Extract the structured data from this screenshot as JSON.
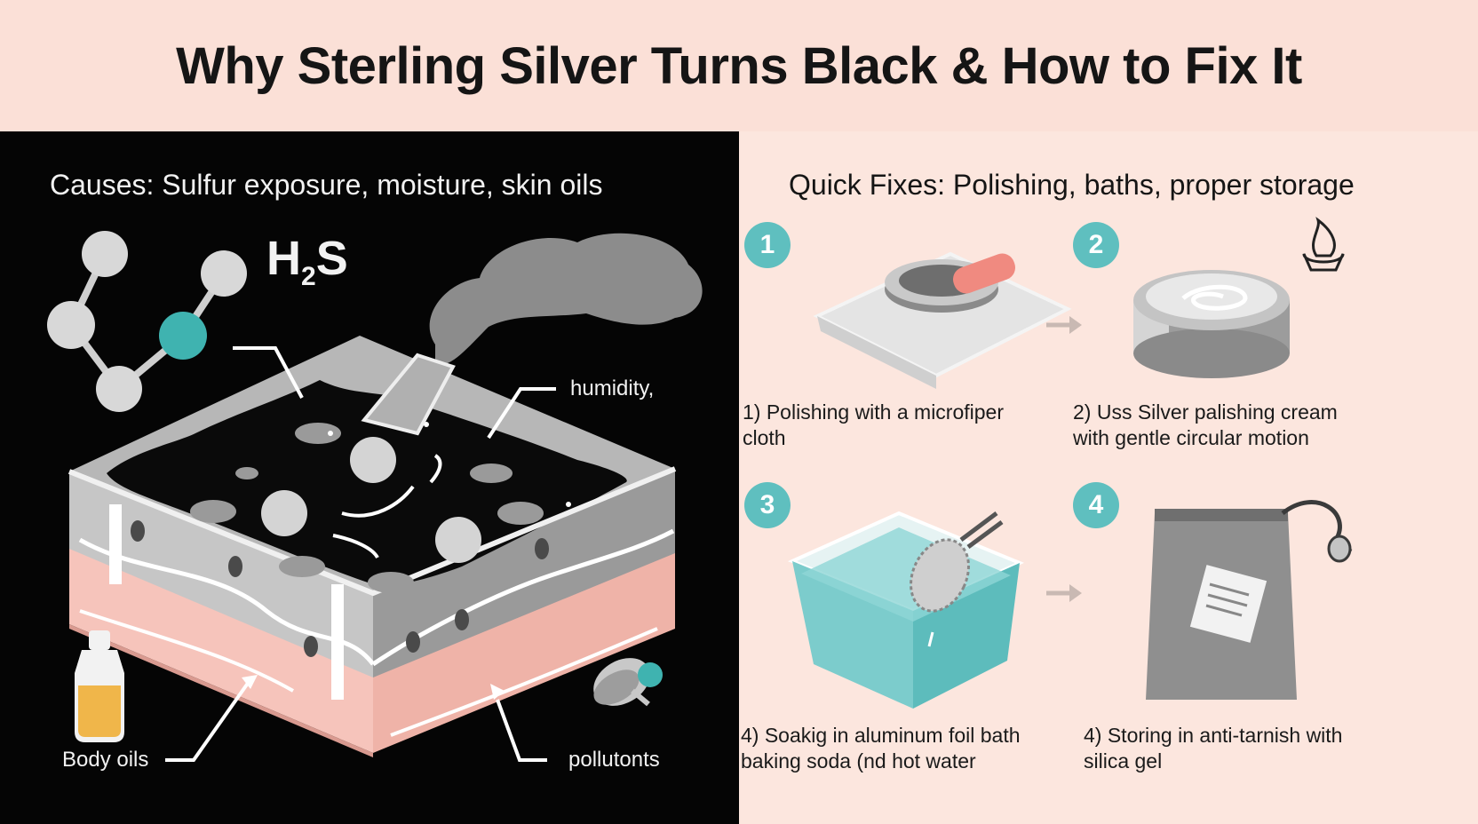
{
  "title": "Why Sterling Silver Turns Black & How to Fix It",
  "causes": {
    "heading": "Causes: Sulfur exposure, moisture, skin oils",
    "molecule_label": "H",
    "molecule_sub": "2",
    "molecule_suffix": "S",
    "labels": {
      "humidity": "humidity,",
      "body_oils": "Body oils",
      "pollutants": "pollutonts"
    }
  },
  "fixes": {
    "heading": "Quick Fixes: Polishing, baths, proper storage",
    "steps": [
      {
        "num": "1",
        "text": "1) Polishing with a microfiper cloth"
      },
      {
        "num": "2",
        "text": "2) Uss Silver palishing cream with gentle circular motion"
      },
      {
        "num": "3",
        "text": "4) Soakig in aluminum foil bath baking soda (nd hot water"
      },
      {
        "num": "4",
        "text": "4)  Storing in anti-tarnish with silica gel"
      }
    ]
  },
  "colors": {
    "accent_teal": "#5fbfbf",
    "tarnish_black": "#050505",
    "skin_pink": "#f6c4bb",
    "header_bg": "#fbe0d7"
  },
  "icons": [
    "molecule-icon",
    "smoke-icon",
    "oil-bottle-icon",
    "pollutant-icon",
    "microfiber-cloth-icon",
    "polish-jar-icon",
    "flame-icon",
    "foil-bath-icon",
    "storage-bag-icon",
    "arrow-right-icon"
  ]
}
